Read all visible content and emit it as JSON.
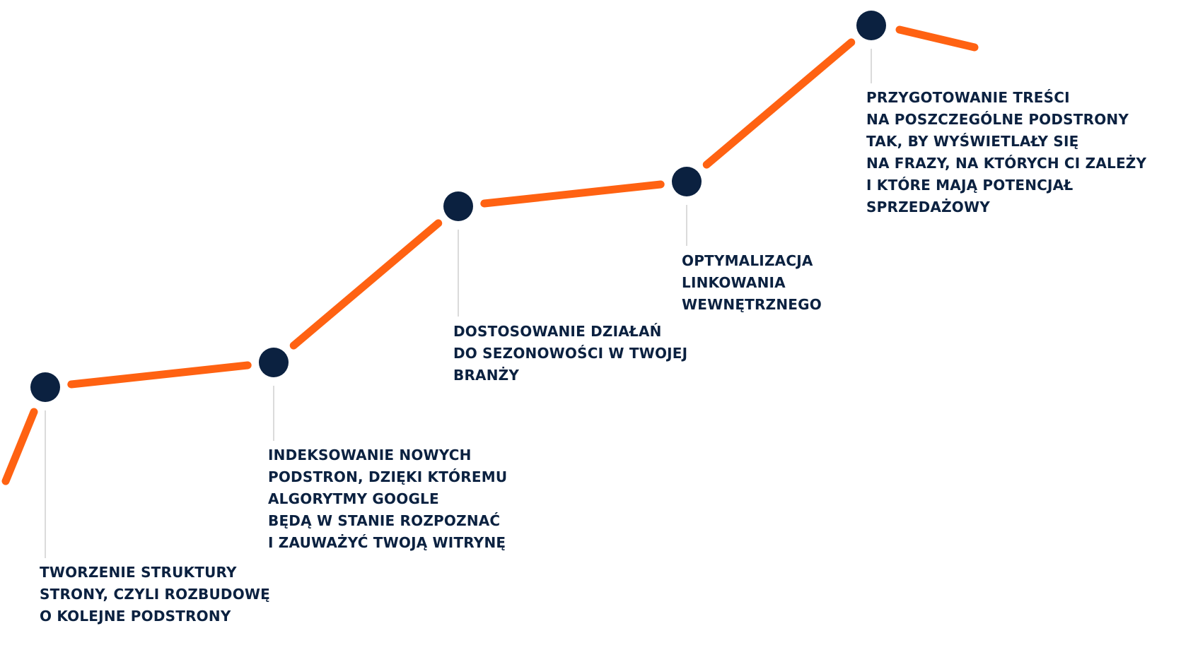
{
  "colors": {
    "path": "#ff6212",
    "node": "#0b2140",
    "connector": "#cfcfcf",
    "text": "#0b2140"
  },
  "steps": [
    {
      "lines": [
        "TWORZENIE STRUKTURY",
        "STRONY, CZYLI ROZBUDOWĘ",
        "O KOLEJNE PODSTRONY"
      ]
    },
    {
      "lines": [
        "INDEKSOWANIE NOWYCH",
        "PODSTRON, DZIĘKI KTÓREMU",
        "ALGORYTMY GOOGLE",
        "BĘDĄ W STANIE ROZPOZNAĆ",
        "I ZAUWAŻYĆ TWOJĄ WITRYNĘ"
      ]
    },
    {
      "lines": [
        "DOSTOSOWANIE DZIAŁAŃ",
        "DO SEZONOWOŚCI W TWOJEJ",
        "BRANŻY"
      ]
    },
    {
      "lines": [
        "OPTYMALIZACJA",
        "LINKOWANIA",
        "WEWNĘTRZNEGO"
      ]
    },
    {
      "lines": [
        "PRZYGOTOWANIE TREŚCI",
        "NA POSZCZEGÓLNE PODSTRONY",
        "TAK, BY WYŚWIETLAŁY SIĘ",
        "NA FRAZY, NA KTÓRYCH CI ZALEŻY",
        "I KTÓRE MAJĄ POTENCJAŁ",
        "SPRZEDAŻOWY"
      ]
    }
  ]
}
